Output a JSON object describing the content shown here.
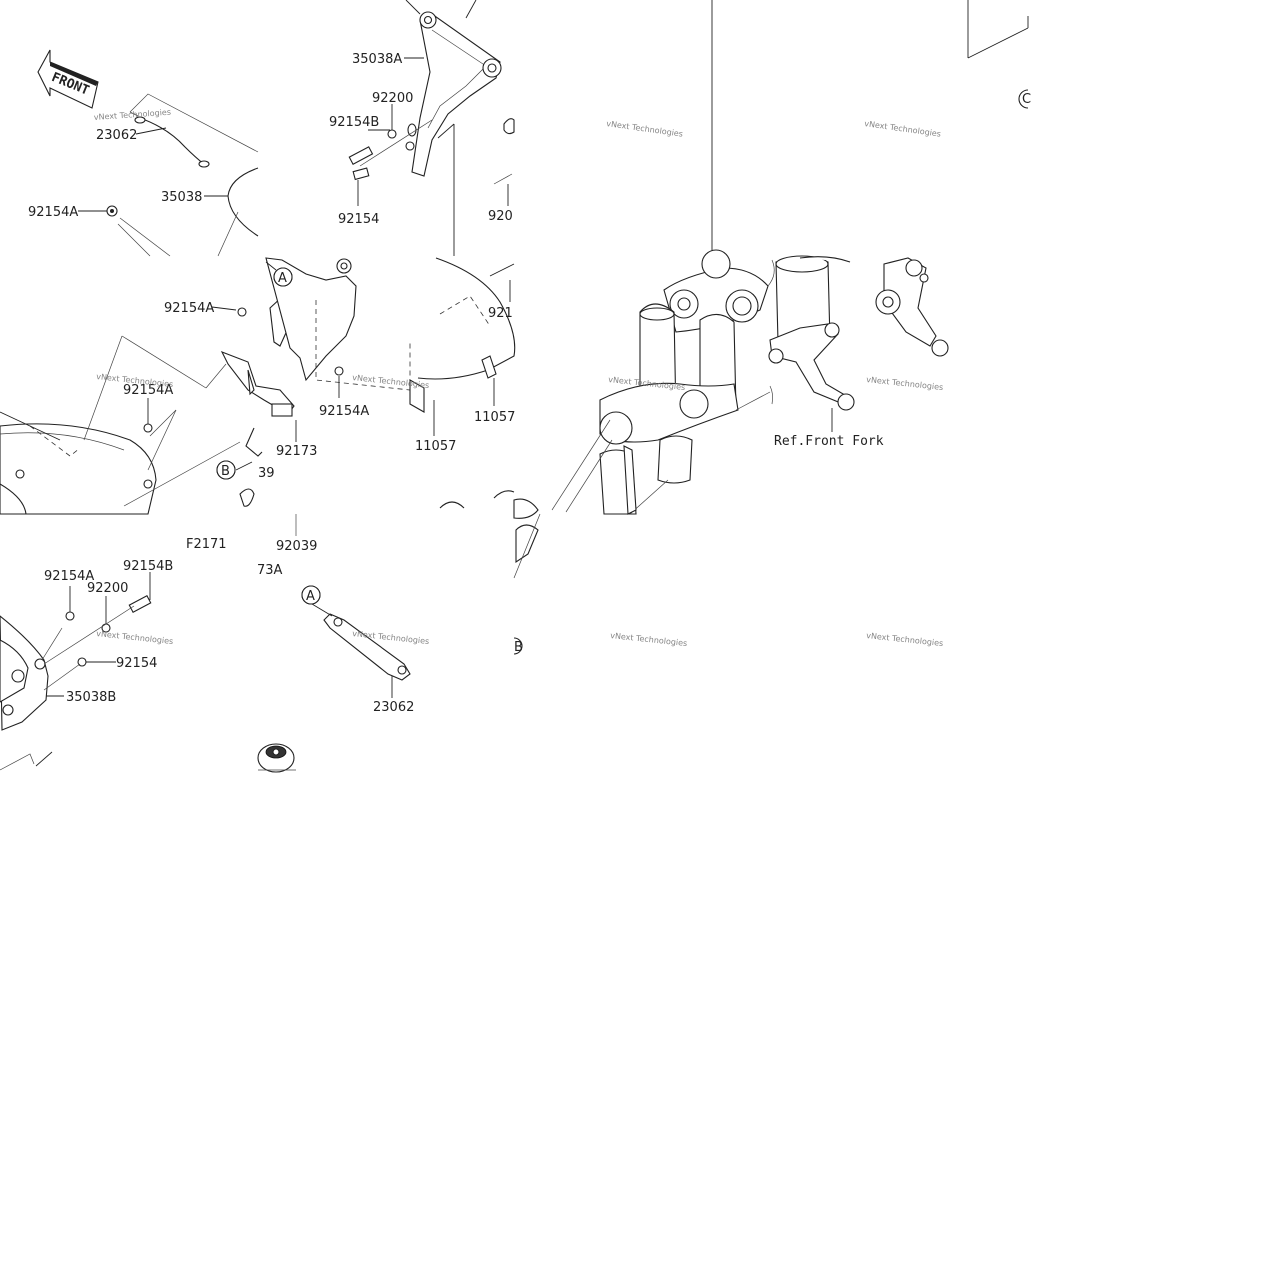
{
  "diagram": {
    "front_arrow_text": "FRONT",
    "figure_code": "F2171",
    "callouts": {
      "a1": "A",
      "a2": "A",
      "b1": "B",
      "b2": "B",
      "c1": "C"
    },
    "labels": {
      "p35038A": "35038A",
      "p92200_top": "92200",
      "p92154B_top": "92154B",
      "p23062_top": "23062",
      "p35038": "35038",
      "p92154A_left": "92154A",
      "p92154_top": "92154",
      "p920_cut": "920",
      "p92154A_mid": "92154A",
      "p92154A_fender": "92154A",
      "p92154A_bracket": "92154A",
      "p92173": "92173",
      "p11057_a": "11057",
      "p11057_b": "11057",
      "p921_cut": "921",
      "p39_cut": "39",
      "p92039": "92039",
      "ref_front_fork": "Ref.Front Fork",
      "p92154A_bottom": "92154A",
      "p92200_bottom": "92200",
      "p92154B_bottom": "92154B",
      "p92154_bottom": "92154",
      "p35038B": "35038B",
      "p73A_cut": "73A",
      "p23062_bottom": "23062"
    },
    "watermark": "vNext Technologies"
  }
}
